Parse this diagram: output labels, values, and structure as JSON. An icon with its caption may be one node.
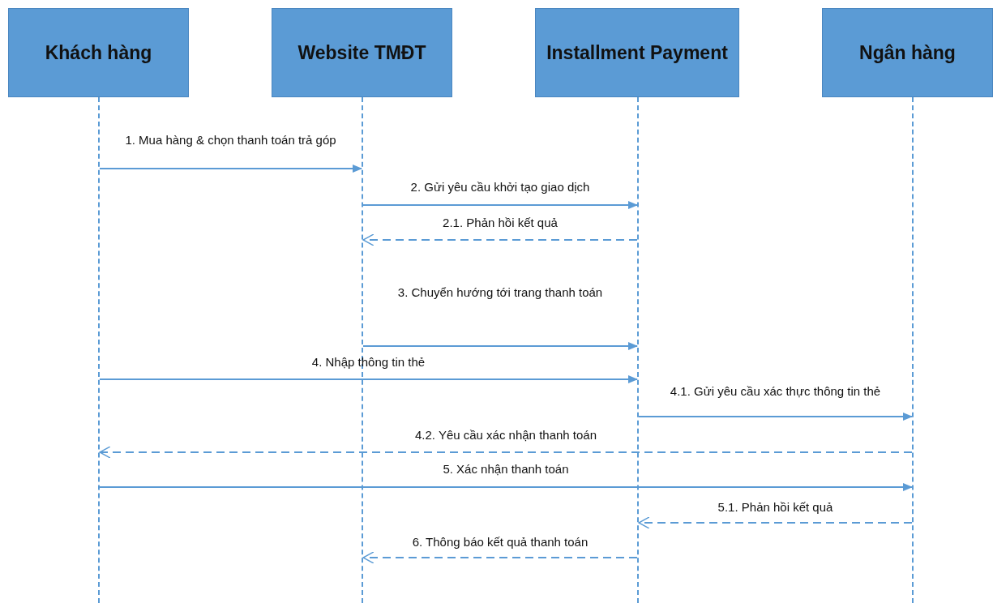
{
  "diagram": {
    "nodes": [
      {
        "text": [
          "Khách hàng"
        ]
      },
      {
        "text": [
          "Website TMĐT"
        ]
      },
      {
        "text": [
          "Installment Payment"
        ]
      },
      {
        "text": [
          "Ngân hàng"
        ]
      },
      {
        "text": [],
        "shape": "line"
      },
      {
        "text": [],
        "shape": "line"
      },
      {
        "text": [],
        "shape": "line"
      },
      {
        "text": [],
        "shape": "line"
      }
    ],
    "edges": [
      {
        "from": 4,
        "to": 5,
        "arrow": "to",
        "label": "1. Mua hàng & chọn thanh toán trả góp"
      },
      {
        "from": 5,
        "to": 6,
        "arrow": "to",
        "label": "2. Gửi yêu cầu khởi tạo giao dịch"
      },
      {
        "from": 6,
        "to": 5,
        "arrow": "to",
        "label": "2.1. Phản hồi kết quả",
        "style": "dashed"
      },
      {
        "from": 5,
        "to": 6,
        "arrow": "to",
        "label": "3. Chuyển hướng tới trang thanh toán"
      },
      {
        "from": 4,
        "to": 6,
        "arrow": "to",
        "label": "4. Nhập thông tin thẻ"
      },
      {
        "from": 6,
        "to": 7,
        "arrow": "to",
        "label": "4.1. Gửi yêu cầu xác thực thông tin thẻ"
      },
      {
        "from": 7,
        "to": 4,
        "arrow": "to",
        "label": "4.2. Yêu cầu xác nhận thanh toán",
        "style": "dashed"
      },
      {
        "from": 4,
        "to": 7,
        "arrow": "to",
        "label": "5. Xác nhận thanh toán"
      },
      {
        "from": 7,
        "to": 6,
        "arrow": "to",
        "label": "5.1. Phản hồi kết quả",
        "style": "dashed"
      },
      {
        "from": 6,
        "to": 5,
        "arrow": "to",
        "label": "6. Thông báo kết quả thanh toán",
        "style": "dashed"
      }
    ]
  }
}
